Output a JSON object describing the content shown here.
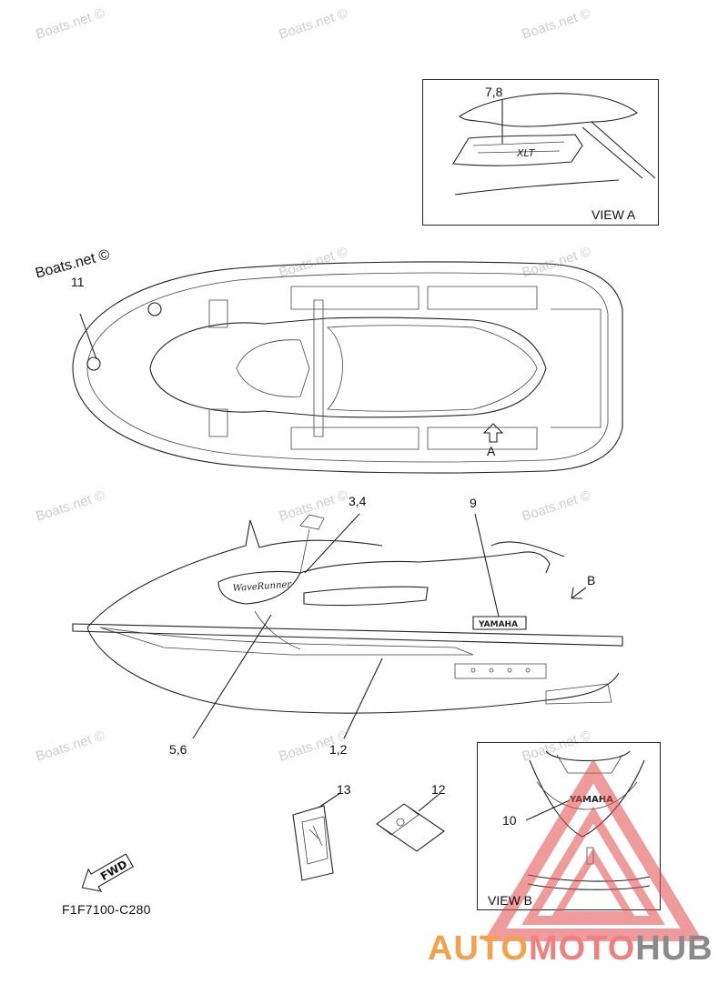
{
  "watermark": "Boats.net ©",
  "views": {
    "view_a": "VIEW A",
    "view_b": "VIEW B"
  },
  "callouts": {
    "c78": "7,8",
    "c11": "11",
    "cA": "A",
    "c34": "3,4",
    "c9": "9",
    "cB": "B",
    "c56": "5,6",
    "c12pair": "1,2",
    "c13": "13",
    "c12": "12",
    "c10": "10"
  },
  "fwd_label": "FWD",
  "diagram_code": "F1F7100-C280",
  "brand": {
    "part1": "AUTO",
    "part2": "MOTO",
    "part3": "HUB"
  },
  "decals": {
    "wave_runner": "WaveRunner",
    "yamaha": "YAMAHA",
    "xlt": "XLT"
  },
  "colors": {
    "line": "#222222",
    "watermark": "#cfcfcf",
    "brand_orange": "#f3a24a",
    "brand_red": "#f08080",
    "brand_gray": "#8a8a8a",
    "triangle": "#e44a4a"
  }
}
